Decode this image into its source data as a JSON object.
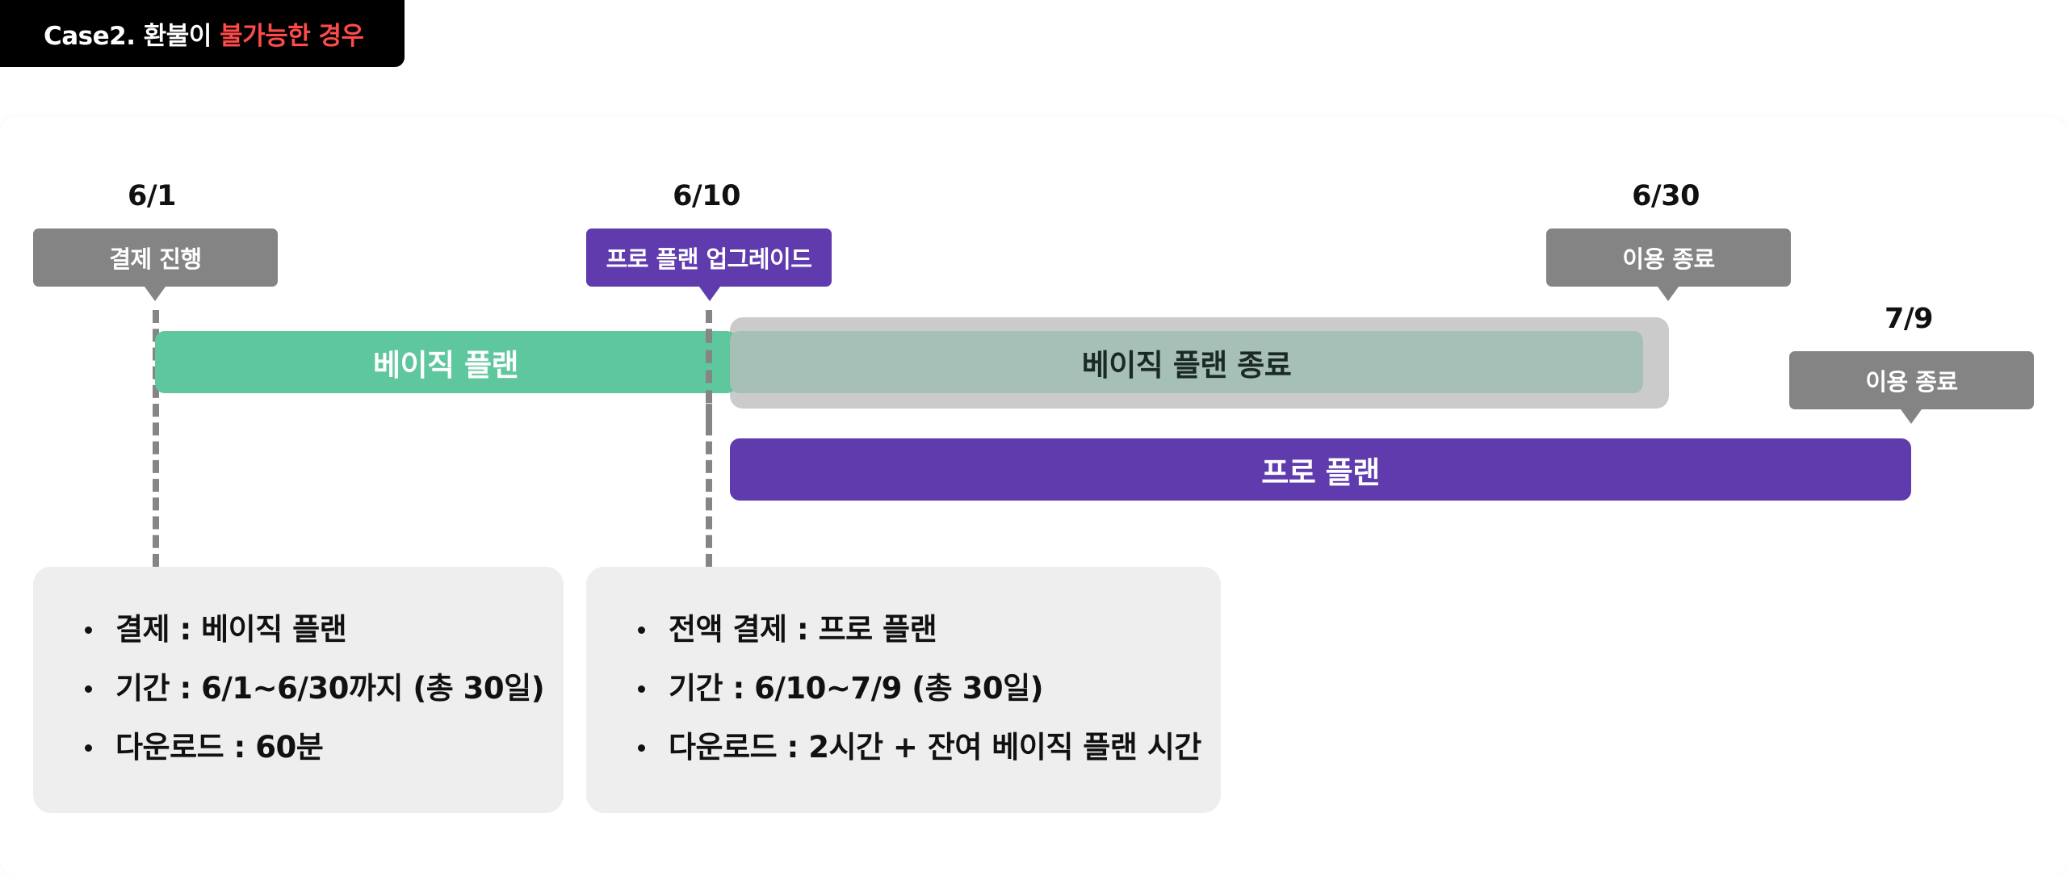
{
  "header": {
    "prefix": "Case2. 환불이 ",
    "highlight": "불가능한 경우"
  },
  "colors": {
    "basic_plan": "#5fc79e",
    "basic_plan_end": "#a6bfb7",
    "pro_plan": "#5f3bad",
    "tag_gray": "#848484",
    "highlight_red": "#ff4a4a"
  },
  "milestones": [
    {
      "date": "6/1",
      "tag": "결제 진행"
    },
    {
      "date": "6/10",
      "tag": "프로 플랜 업그레이드"
    },
    {
      "date": "6/30",
      "tag": "이용 종료"
    },
    {
      "date": "7/9",
      "tag": "이용 종료"
    }
  ],
  "bars": {
    "basic": "베이직 플랜",
    "basic_end": "베이직 플랜 종료",
    "pro": "프로 플랜"
  },
  "cards": [
    {
      "items": [
        "결제 : 베이직 플랜",
        "기간 : 6/1~6/30까지 (총 30일)",
        "다운로드 : 60분"
      ]
    },
    {
      "items": [
        "전액 결제 : 프로 플랜",
        "기간 : 6/10~7/9 (총 30일)",
        "다운로드 : 2시간 + 잔여 베이직 플랜 시간"
      ]
    }
  ]
}
